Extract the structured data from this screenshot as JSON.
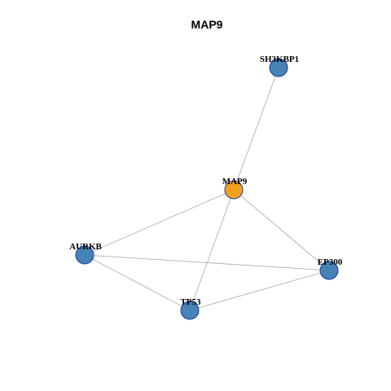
{
  "title": "MAP9",
  "colors": {
    "center_fill": "#F5A01A",
    "neighbor_fill": "#4682B4",
    "node_stroke": "#1C3FAA",
    "edge_stroke": "#B0B0B0"
  },
  "nodes": [
    {
      "id": "SH3KBP1",
      "label": "SH3KBP1",
      "role": "neighbor"
    },
    {
      "id": "MAP9",
      "label": "MAP9",
      "role": "center"
    },
    {
      "id": "AURKB",
      "label": "AURKB",
      "role": "neighbor"
    },
    {
      "id": "EP300",
      "label": "EP300",
      "role": "neighbor"
    },
    {
      "id": "TP53",
      "label": "TP53",
      "role": "neighbor"
    }
  ],
  "edges": [
    {
      "source": "MAP9",
      "target": "SH3KBP1"
    },
    {
      "source": "MAP9",
      "target": "AURKB"
    },
    {
      "source": "MAP9",
      "target": "EP300"
    },
    {
      "source": "MAP9",
      "target": "TP53"
    },
    {
      "source": "AURKB",
      "target": "EP300"
    },
    {
      "source": "AURKB",
      "target": "TP53"
    },
    {
      "source": "TP53",
      "target": "EP300"
    }
  ]
}
